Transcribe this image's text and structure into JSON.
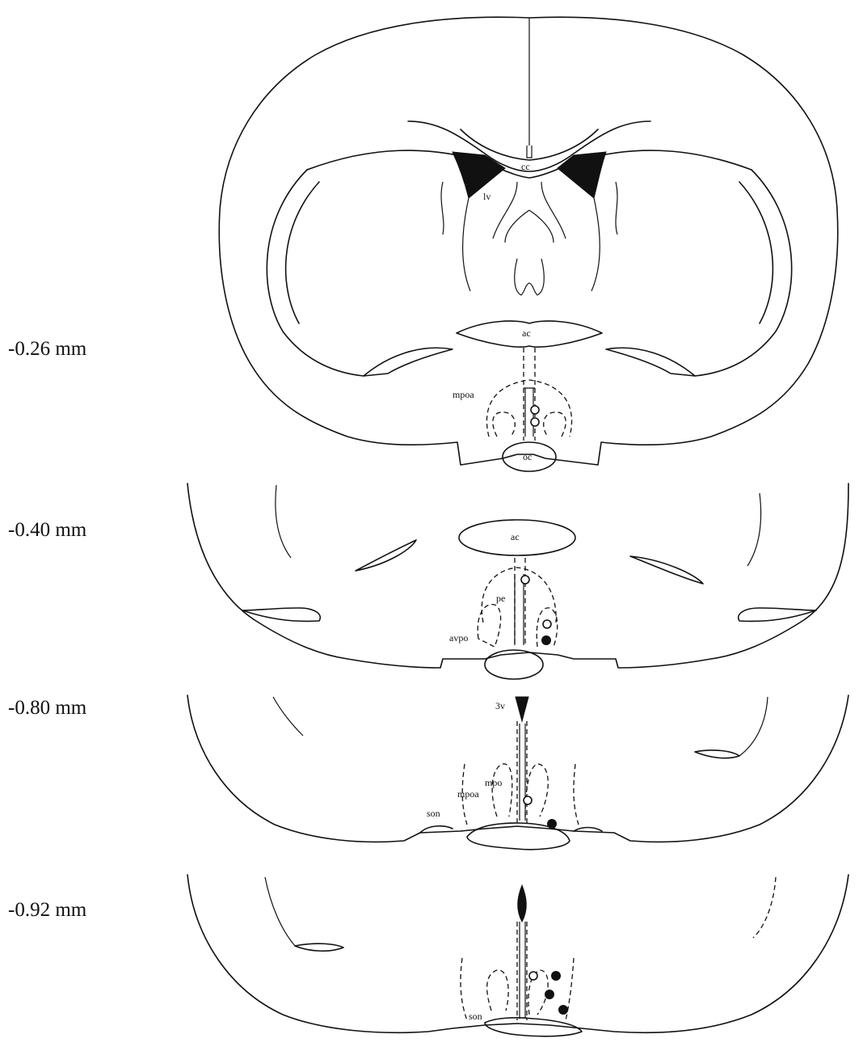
{
  "levels": [
    {
      "label": "-0.26 mm"
    },
    {
      "label": "-0.40 mm"
    },
    {
      "label": "-0.80 mm"
    },
    {
      "label": "-0.92 mm"
    }
  ],
  "structure_labels": {
    "cc": "cc",
    "lv": "lv",
    "ac_1": "ac",
    "mpoa_1": "mpoa",
    "oc": "oc",
    "ac_2": "ac",
    "pe": "pe",
    "avpo": "avpo",
    "v3": "3v",
    "mpo": "mpo",
    "mpoa_3": "mpoa",
    "son_3": "son",
    "son_4": "son"
  },
  "colors": {
    "line": "#111111",
    "background": "#ffffff"
  }
}
